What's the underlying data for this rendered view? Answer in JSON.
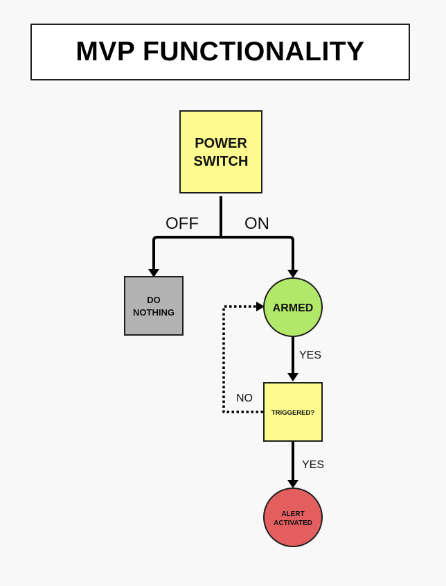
{
  "title": "MVP FUNCTIONALITY",
  "nodes": {
    "power_switch": {
      "line1": "POWER",
      "line2": "SWITCH",
      "color": "#fdfb8f"
    },
    "do_nothing": {
      "line1": "DO",
      "line2": "NOTHING",
      "color": "#b3b3b3"
    },
    "armed": {
      "label": "ARMED",
      "color": "#b2e86a"
    },
    "triggered": {
      "label": "TRIGGERED?",
      "color": "#fdfb8f"
    },
    "alert": {
      "line1": "ALERT",
      "line2": "ACTIVATED",
      "color": "#e35f5f"
    }
  },
  "edges": {
    "off": "OFF",
    "on": "ON",
    "yes_armed_triggered": "YES",
    "no_loop": "NO",
    "yes_triggered_alert": "YES"
  }
}
